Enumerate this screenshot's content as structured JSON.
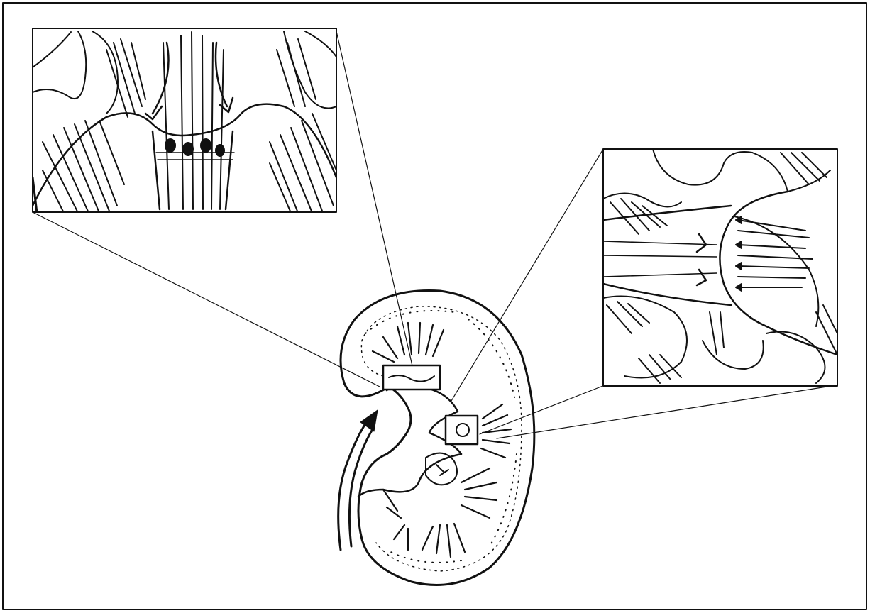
{
  "figure": {
    "labels": [],
    "colors": {
      "ink": "#111111",
      "paper": "#ffffff"
    },
    "parts": {
      "frame": "figure-frame",
      "kidney": "kidney-cross-section",
      "inset_left": "magnified-papilla-inset",
      "inset_right": "magnified-calyx-inset",
      "ureter_arrow": "flow-arrow"
    }
  }
}
